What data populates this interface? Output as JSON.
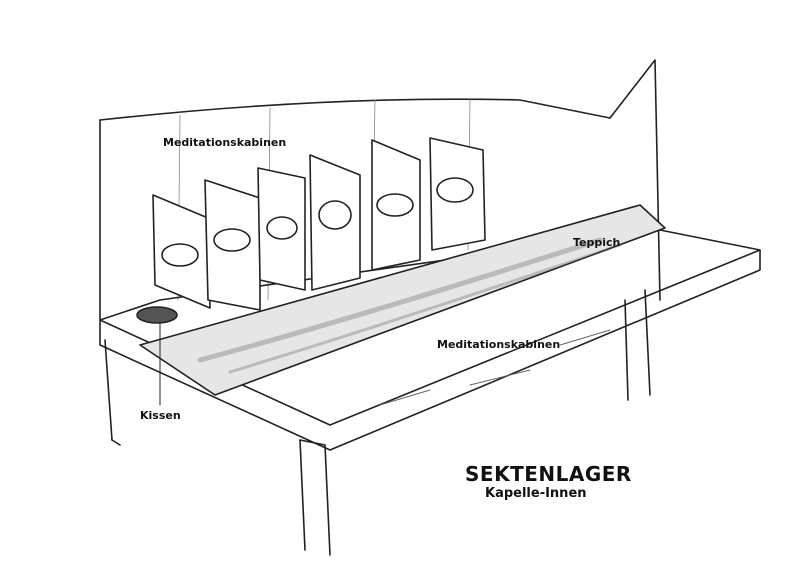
{
  "labels": {
    "cabins_top": "Meditationskabinen",
    "carpet": "Teppich",
    "cabins_bottom": "Meditationskabinen",
    "cushion": "Kissen"
  },
  "title": "SEKTENLAGER",
  "subtitle": "Kapelle-Innen"
}
